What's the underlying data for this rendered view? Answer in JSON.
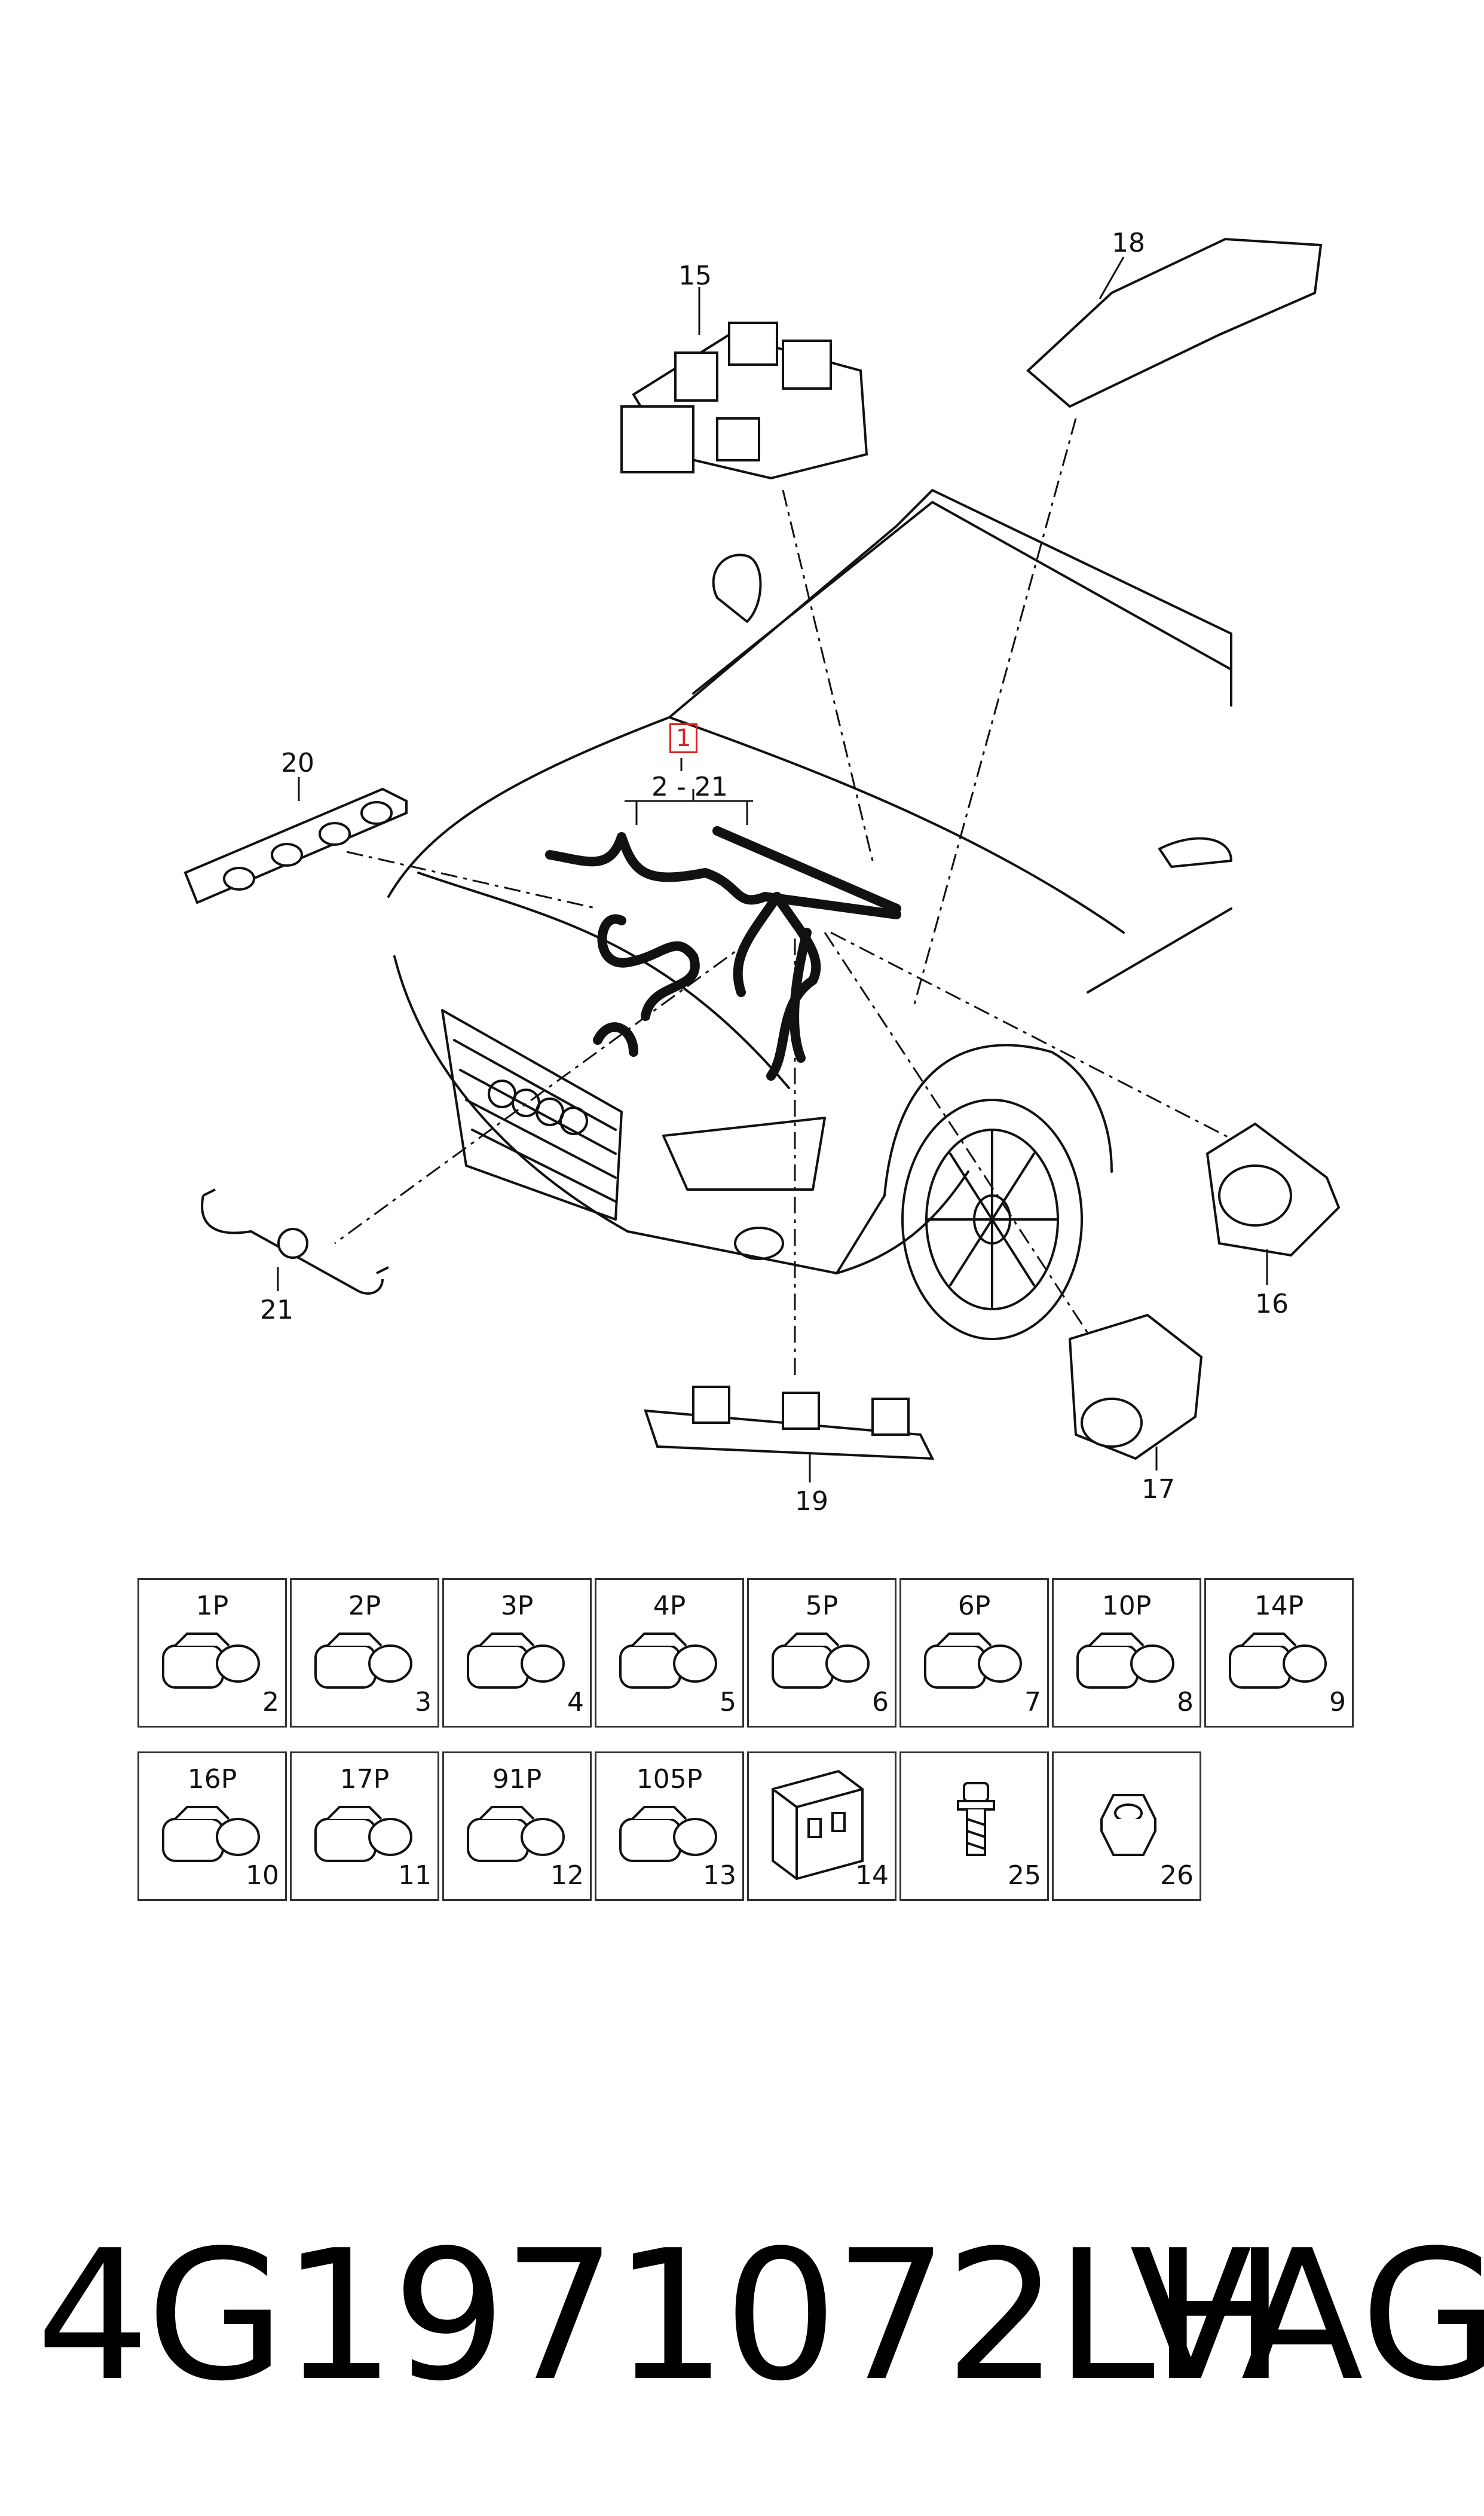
{
  "diagram": {
    "main_callout": "1",
    "range_label": "2 - 21",
    "callouts": {
      "c15": "15",
      "c16": "16",
      "c17": "17",
      "c18": "18",
      "c19": "19",
      "c20": "20",
      "c21": "21"
    }
  },
  "parts_row1": [
    {
      "code": "1P",
      "num": "2"
    },
    {
      "code": "2P",
      "num": "3"
    },
    {
      "code": "3P",
      "num": "4"
    },
    {
      "code": "4P",
      "num": "5"
    },
    {
      "code": "5P",
      "num": "6"
    },
    {
      "code": "6P",
      "num": "7"
    },
    {
      "code": "10P",
      "num": "8"
    },
    {
      "code": "14P",
      "num": "9"
    }
  ],
  "parts_row2": [
    {
      "code": "16P",
      "num": "10"
    },
    {
      "code": "17P",
      "num": "11"
    },
    {
      "code": "91P",
      "num": "12"
    },
    {
      "code": "105P",
      "num": "13"
    },
    {
      "code": "",
      "num": "14",
      "icon": "control-unit-icon"
    },
    {
      "code": "",
      "num": "25",
      "icon": "bolt-icon"
    },
    {
      "code": "",
      "num": "26",
      "icon": "nut-icon"
    }
  ],
  "footer": {
    "part_number": "4G1971072LH",
    "brand": "VAG"
  },
  "colors": {
    "line": "#111111",
    "highlight": "#dd2222"
  }
}
